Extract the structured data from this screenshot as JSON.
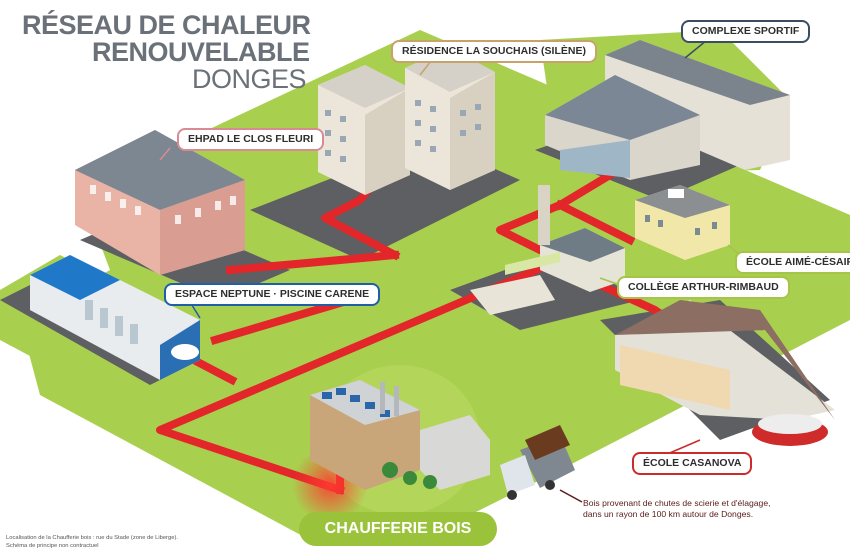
{
  "title": {
    "line1": "RÉSEAU DE CHALEUR",
    "line2": "RENOUVELABLE",
    "line3": "DONGES"
  },
  "labels": {
    "residence": "RÉSIDENCE LA SOUCHAIS (SILÈNE)",
    "complexe": "COMPLEXE SPORTIF",
    "ehpad": "EHPAD LE CLOS FLEURI",
    "neptune": "ESPACE NEPTUNE · PISCINE CARENE",
    "aime": "ÉCOLE AIMÉ-CÉSAIRE",
    "college": "COLLÈGE ARTHUR-RIMBAUD",
    "casanova": "ÉCOLE CASANOVA",
    "chaufferie": "CHAUFFERIE BOIS"
  },
  "bois_note": {
    "line1": "Bois provenant de chutes de scierie et d'élagage,",
    "line2": "dans un rayon de 100 km autour de Donges."
  },
  "footnote": {
    "line1": "Localisation de la Chaufferie bois : rue du Stade (zone de Liberge).",
    "line2": "Schéma de principe non contractuel"
  },
  "colors": {
    "grass": "#a9cf4f",
    "road": "#5d5f63",
    "pipe": "#e2262a",
    "label_gold": "#c9a26a",
    "label_pink": "#d98b93",
    "label_navy": "#3a4d63",
    "label_blue": "#1f5fa8",
    "label_green": "#a6c44a",
    "label_red": "#cc2b2b",
    "chaufferie_badge": "#9bc23b"
  }
}
